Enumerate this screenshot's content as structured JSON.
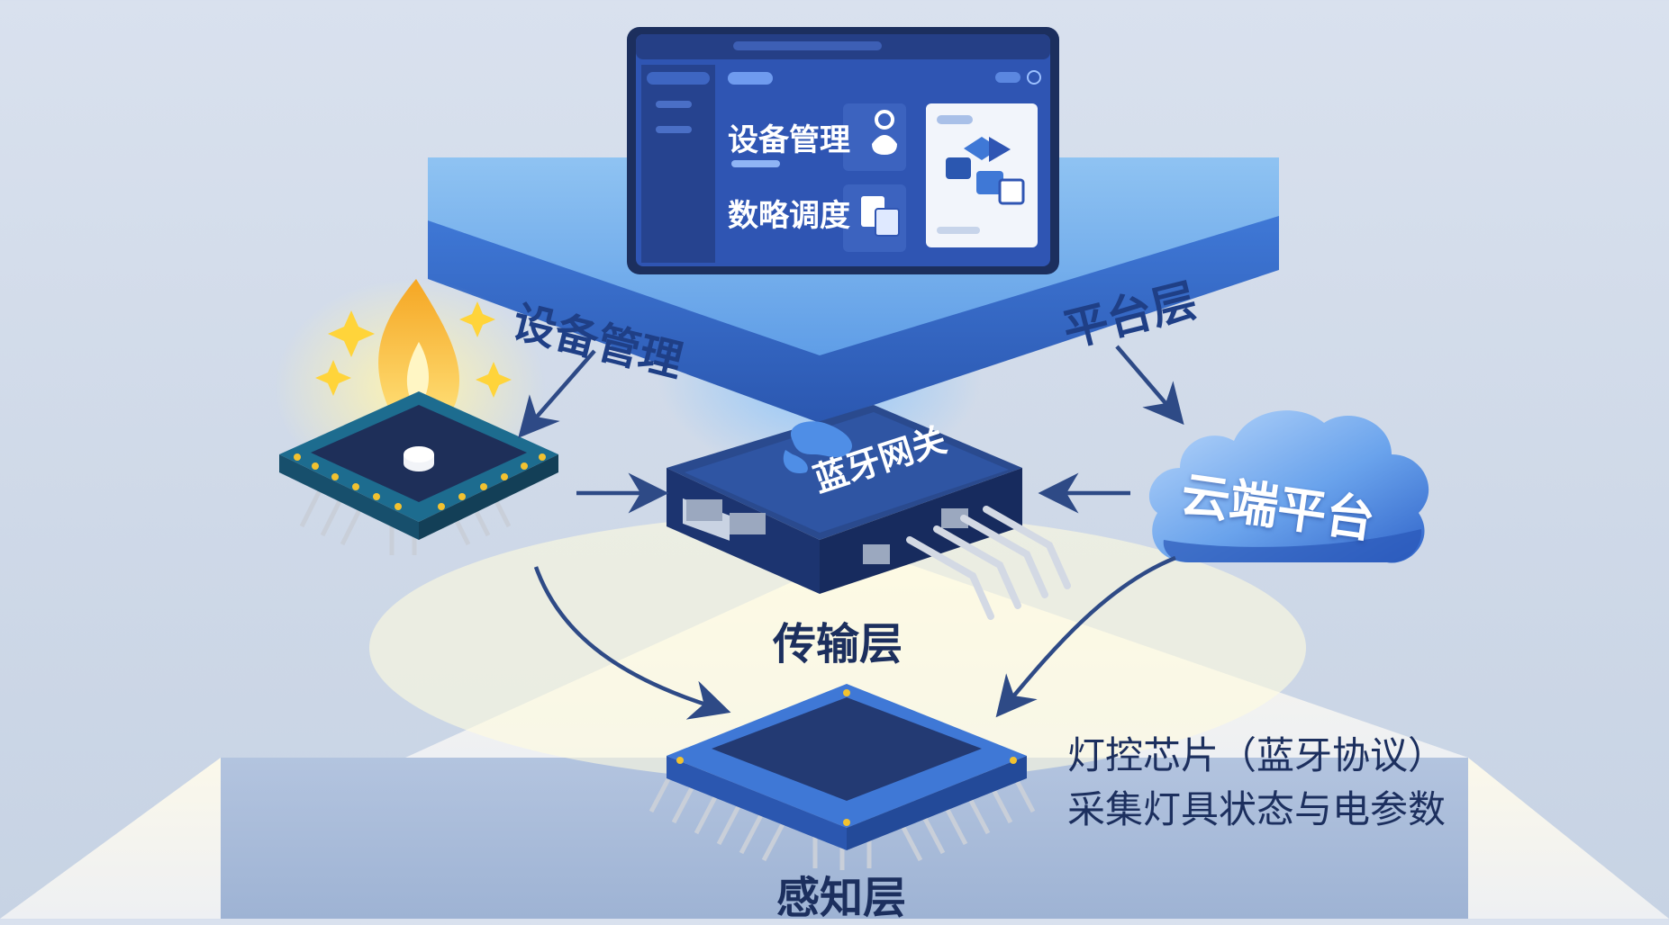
{
  "colors": {
    "platform_blue": "#3f78d6",
    "dark_navy": "#1c2f5e",
    "screen_bg": "#2b4a9c",
    "cloud_blue": "#4f8ee6",
    "chip_navy": "#233a73",
    "pin_gold": "#f2c230",
    "flame": "#f5a623"
  },
  "platform": {
    "label": "平台层",
    "left_label": "设备管理",
    "screen": {
      "item1": "设备管理",
      "item2": "数略调度"
    }
  },
  "transport": {
    "label": "传输层",
    "gateway": "蓝牙网关"
  },
  "cloud": {
    "label": "云端平台"
  },
  "perception": {
    "label": "感知层",
    "desc_line1": "灯控芯片（蓝牙协议）",
    "desc_line2": "采集灯具状态与电参数"
  },
  "icons": [
    "flame-icon",
    "sparkle-icon",
    "device-icon",
    "document-icon",
    "flow-icon",
    "arrow-icon"
  ]
}
